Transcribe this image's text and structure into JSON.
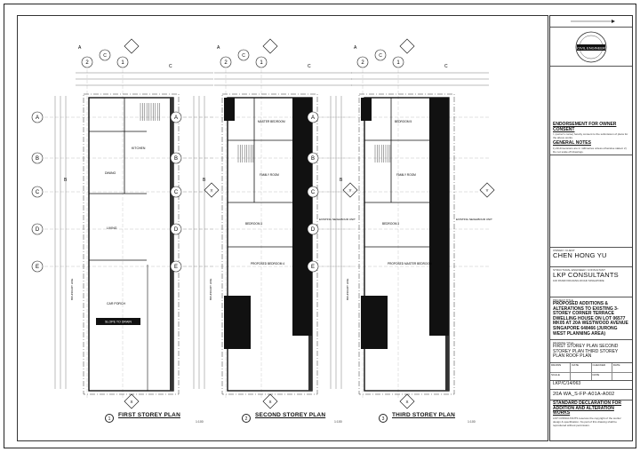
{
  "plans": [
    {
      "number": "1",
      "title": "FIRST STOREY PLAN",
      "scale": "1:100"
    },
    {
      "number": "2",
      "title": "SECOND STOREY PLAN",
      "scale": "1:100"
    },
    {
      "number": "3",
      "title": "THIRD STOREY PLAN",
      "scale": "1:100"
    }
  ],
  "grid": {
    "rows": [
      "A",
      "B",
      "C",
      "D",
      "E"
    ],
    "cols": [
      "2",
      "1"
    ],
    "section_marks": [
      "A",
      "B",
      "C"
    ],
    "elevation_marks": [
      "X",
      "Y"
    ]
  },
  "plan_labels": {
    "room_1": "KITCHEN",
    "room_2": "DINING",
    "room_3": "LIVING",
    "room_4": "CAR PORCH",
    "ramp": "SLOPE TO DRAIN",
    "room_5": "MASTER BEDROOM",
    "room_6": "FAMILY ROOM",
    "room_7": "BEDROOM 3",
    "room_8": "PROPOSED BEDROOM 4",
    "room_9": "PROPOSED MASTER BEDROOM",
    "room_10": "BEDROOM 5",
    "room_11": "EXISTING NEIGHBOUR UNIT",
    "boundary": "BOUNDARY LINE"
  },
  "title_block": {
    "seal_text": "CIVIL ENGINEER",
    "endorsement_heading": "ENDORSEMENT FOR OWNER CONSENT",
    "endorsement_body": "I, (owner's name) hereby consent to the submission of plans for the above works.",
    "general_notes_heading": "GENERAL NOTES",
    "general_notes_body": "1) All dimensions are in millimetres unless otherwise stated. 2) Do not scale off drawings.",
    "client_label": "OWNER / CLIENT",
    "client_name": "CHEN HONG YU",
    "consultant_label": "STRUCTURAL ENGINEER / CONSULTANT",
    "consultant_name": "LKP CONSULTANTS",
    "consultant_address": "100 PASIR PANJANG ROAD SINGAPORE",
    "project_label": "PROJECT TITLE",
    "project_title": "PROPOSED ADDITIONS & ALTERATIONS TO EXISTING 3-STOREY CORNER TERRACE DWELLING HOUSE ON LOT 06577 MK05 AT 20A WESTWOOD AVENUE SINGAPORE 648466 (JURONG WEST PLANNING AREA)",
    "drawing_label": "DRAWING TITLE",
    "drawing_title": "FIRST STOREY PLAN SECOND STOREY PLAN THIRD STOREY PLAN ROOF PLAN",
    "job_no": "LKP/C/14/063",
    "drawing_no": "20A WA_S-FP-A01A-A002",
    "standard_declaration_heading": "STANDARD DECLARATION FOR ADDITION AND ALTERATION WORKS",
    "copyright_note": "LKP CONSULTANTS reserves the copyright of the works/ design & specification. No part of this drawing shall be reproduced without permission.",
    "table_headers": [
      "DRAWN",
      "DATE",
      "CHECKED",
      "DATE",
      "SCALE",
      "DATE"
    ]
  }
}
